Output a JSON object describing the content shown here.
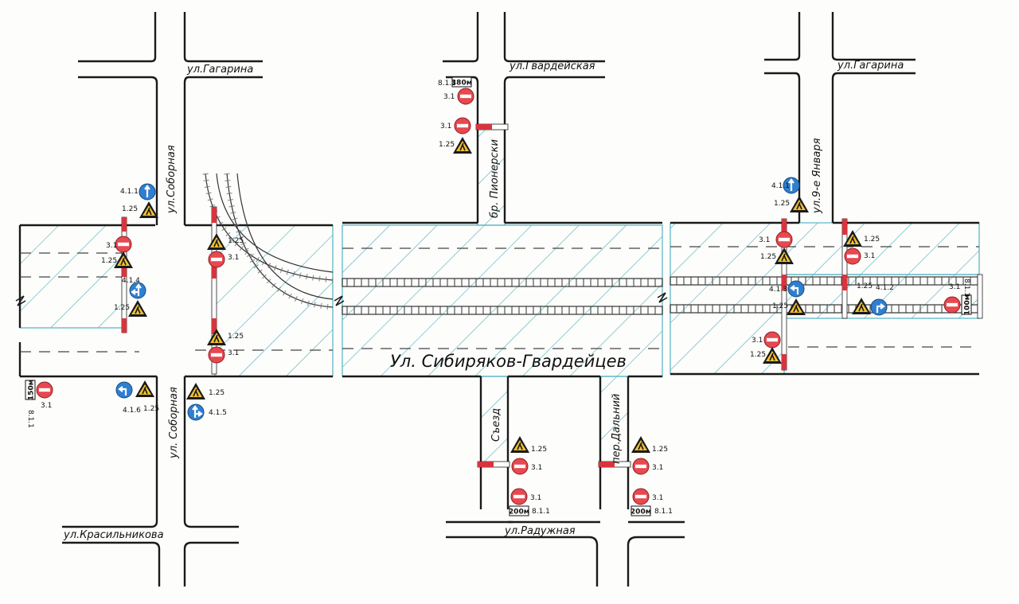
{
  "streets": {
    "main": "Ул. Сибиряков-Гвардейцев",
    "gagarina_left": "ул.Гагарина",
    "gagarina_right": "ул.Гагарина",
    "sobornaya_top": "ул.Соборная",
    "sobornaya_bottom": "ул. Соборная",
    "gvardeyskaya": "ул.Гвардейская",
    "pionersky": "бр. Пионерски",
    "yanvarya": "ул.9-е Января",
    "sezd": "Съезд",
    "dalny": "пер.Дальний",
    "raduzhnaya": "ул.Радужная",
    "krasilnikova": "ул.Красильникова"
  },
  "sign_codes": {
    "no_entry": "3.1",
    "roadworks": "1.25",
    "straight": "4.1.1",
    "straight_left": "4.1.4",
    "straight_right_turn": "4.1.5",
    "left_only": "4.1.6",
    "right_only": "4.1.2",
    "left_turn": "4.1.3",
    "distance": "8.1.1"
  },
  "distance_plates": {
    "d150": "150м",
    "d200": "200м",
    "d380": "380м",
    "d100": "100м"
  },
  "colors": {
    "road_line": "#1a1a1a",
    "hatch": "#5fb8c8",
    "sign_red": "#e8484f",
    "sign_blue": "#2f7fd0",
    "warn_yellow": "#f2c232",
    "barrier_red": "#d9343d"
  }
}
